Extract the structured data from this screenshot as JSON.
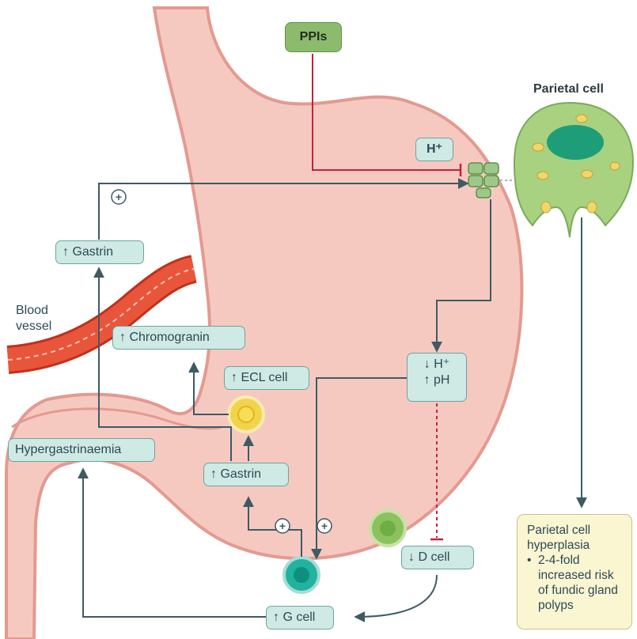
{
  "drug": "PPIs",
  "cell_title": "Parietal cell",
  "ion": "H⁺",
  "labels": {
    "gastrin_top": "↑ Gastrin",
    "blood_vessel": "Blood vessel",
    "chromogranin": "↑ Chromogranin",
    "ecl_cell": "↑ ECL cell",
    "hypergastrinaemia": "Hypergastrinaemia",
    "gastrin_bottom": "↑ Gastrin",
    "ph_h": "↓ H⁺",
    "ph_ph": "↑ pH",
    "d_cell": "↓ D cell",
    "g_cell": "↑ G cell",
    "plus": "+"
  },
  "note": {
    "heading": "Parietal cell hyperplasia",
    "bullet": "2-4-fold increased risk of fundic gland polyps"
  },
  "colors": {
    "stomach_fill": "#f6c9c0",
    "stomach_edge": "#e39a90",
    "box_fill": "#cfe9e4",
    "arrow": "#3e5a64",
    "inhibit": "#c8203a",
    "vessel": "#e8553a",
    "parietal": "#a8d27f"
  }
}
